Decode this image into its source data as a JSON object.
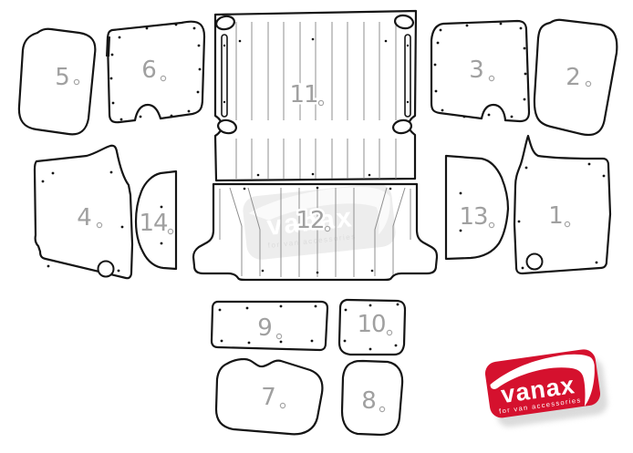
{
  "diagram": {
    "description": "Van lining panel kit template diagram",
    "panels": [
      {
        "number": "1"
      },
      {
        "number": "2"
      },
      {
        "number": "3"
      },
      {
        "number": "4"
      },
      {
        "number": "5"
      },
      {
        "number": "6"
      },
      {
        "number": "7"
      },
      {
        "number": "8"
      },
      {
        "number": "9"
      },
      {
        "number": "10"
      },
      {
        "number": "11"
      },
      {
        "number": "12"
      },
      {
        "number": "13"
      },
      {
        "number": "14"
      }
    ]
  },
  "logo": {
    "brand": "vanax",
    "tagline": "for van accessories"
  },
  "watermark": {
    "brand": "vanax",
    "tagline": "for van accessories"
  },
  "colors": {
    "logo_red": "#d5112e",
    "outline": "#151515",
    "numbers": "#a0a0a0",
    "ribs": "#8f8f8f",
    "watermark_gray": "#ececec"
  }
}
